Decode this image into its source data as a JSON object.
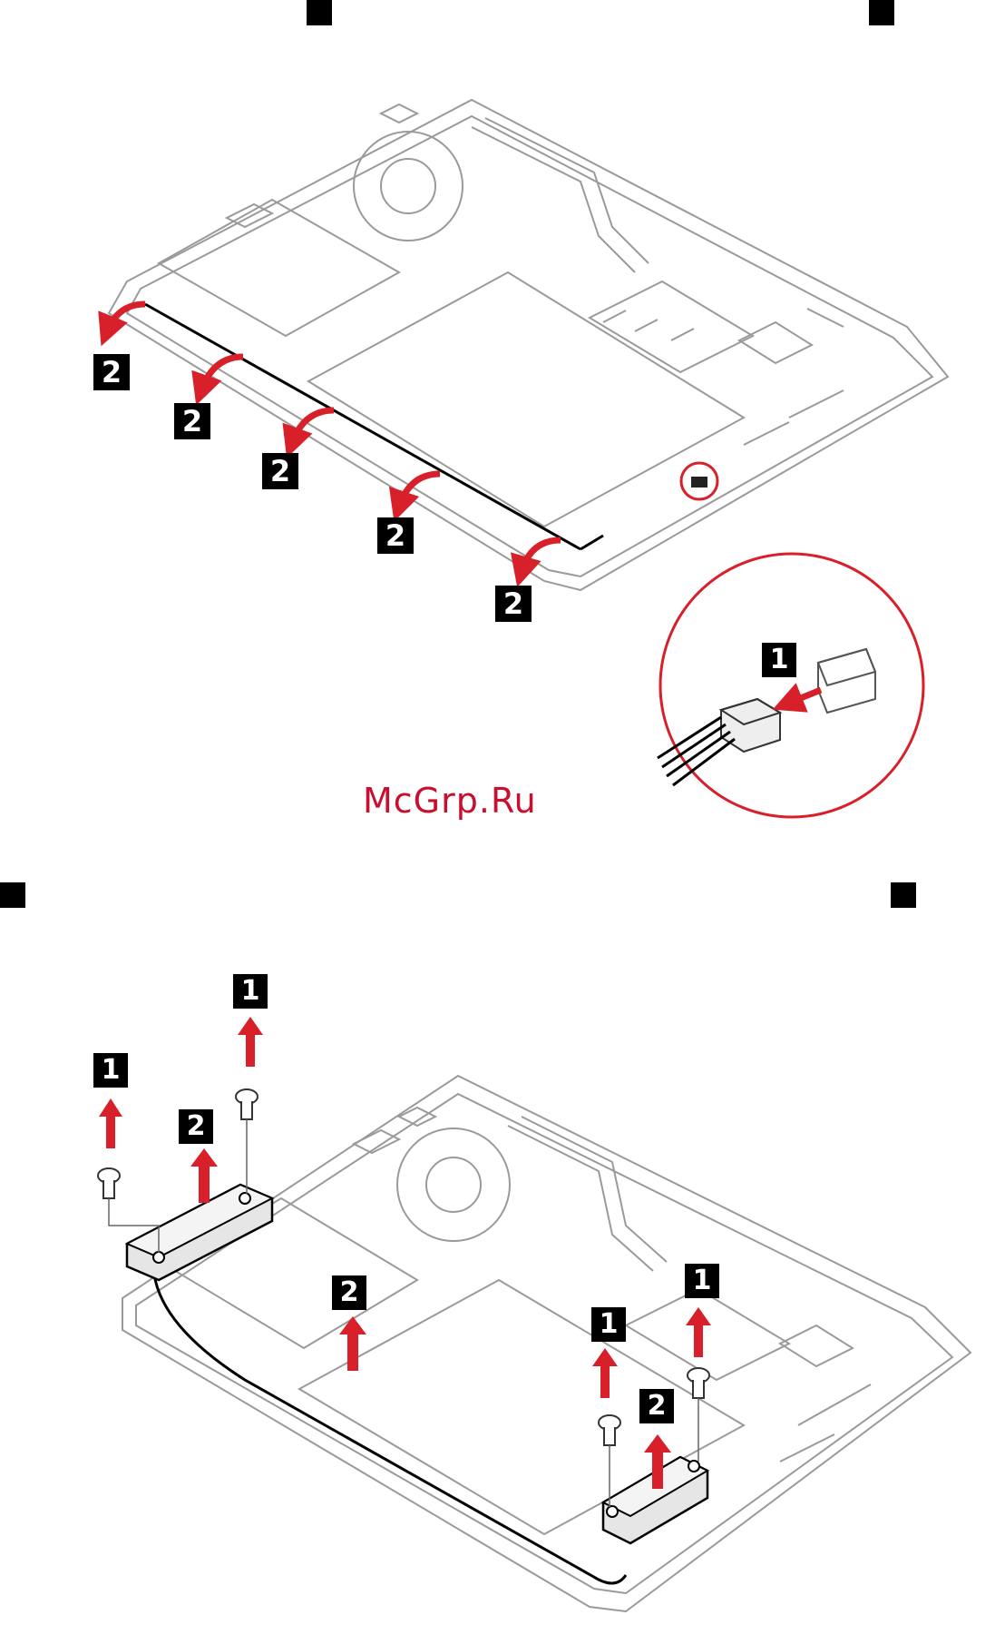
{
  "watermark": "McGrp.Ru",
  "callouts": {
    "step1": "1",
    "step2": "2"
  },
  "colors": {
    "line": "#9a9a9a",
    "accent_red": "#d8202a",
    "cable": "#000000",
    "speaker_fill": "#e6e6e6"
  },
  "icons": [
    "curved-arrow-icon",
    "up-arrow-icon",
    "screw-icon",
    "connector-icon",
    "speaker-icon"
  ]
}
